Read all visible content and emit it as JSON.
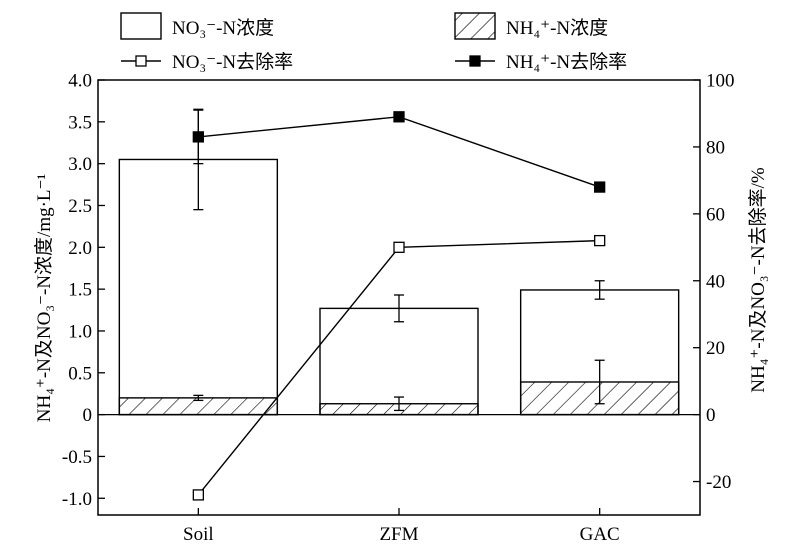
{
  "chart_data": {
    "type": "bar",
    "categories": [
      "Soil",
      "ZFM",
      "GAC"
    ],
    "left_axis": {
      "label": "NH₄⁺-N及NO₃⁻-N浓度/mg·L⁻¹",
      "ylim": [
        -1.2,
        4.0
      ],
      "ticks": [
        "4.0",
        "3.5",
        "3.0",
        "2.5",
        "2.0",
        "1.5",
        "1.0",
        "0.5",
        "0",
        "-0.5",
        "-1.0"
      ],
      "tick_values": [
        4.0,
        3.5,
        3.0,
        2.5,
        2.0,
        1.5,
        1.0,
        0.5,
        0,
        -0.5,
        -1.0
      ]
    },
    "right_axis": {
      "label": "NH₄⁺-N及NO₃⁻-N去除率/%",
      "ylim": [
        -30,
        100
      ],
      "ticks": [
        "100",
        "80",
        "60",
        "40",
        "20",
        "0",
        "-20"
      ],
      "tick_values": [
        100,
        80,
        60,
        40,
        20,
        0,
        -20
      ]
    },
    "bar_series": [
      {
        "name": "NO₃⁻-N浓度",
        "axis": "left",
        "fill": "none",
        "values": [
          3.05,
          1.27,
          1.49
        ],
        "error": [
          0.6,
          0.16,
          0.11
        ]
      },
      {
        "name": "NH₄⁺-N浓度",
        "axis": "left",
        "fill": "hatch",
        "values": [
          0.2,
          0.13,
          0.39
        ],
        "error": [
          0.03,
          0.08,
          0.26
        ]
      }
    ],
    "line_series": [
      {
        "name": "NO₃⁻-N去除率",
        "axis": "right",
        "marker": "open-square",
        "values": [
          -24,
          50,
          52
        ],
        "error": [
          0,
          0,
          0
        ]
      },
      {
        "name": "NH₄⁺-N去除率",
        "axis": "right",
        "marker": "filled-square",
        "values": [
          83,
          89,
          68
        ],
        "error": [
          8,
          0,
          0
        ]
      }
    ],
    "legend": {
      "placement": "top",
      "columns": 2
    },
    "grid": false,
    "colors": {
      "ink": "#000000",
      "background": "#ffffff"
    }
  }
}
